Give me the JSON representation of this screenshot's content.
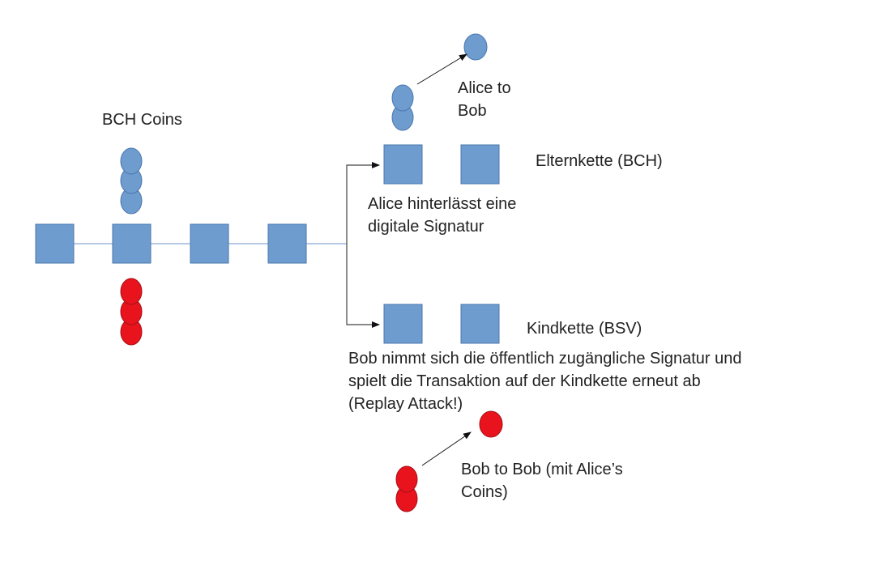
{
  "labels": {
    "bch_coins": "BCH Coins",
    "alice_to_bob": "Alice to\nBob",
    "parent_chain": "Elternkette (BCH)",
    "alice_signature": "Alice hinterlässt eine\ndigitale Signatur",
    "child_chain": "Kindkette (BSV)",
    "replay_note": "Bob nimmt sich die öffentlich zugängliche Signatur und\nspielt die Transaktion auf der Kindkette erneut ab\n(Replay Attack!)",
    "bob_to_bob": "Bob to Bob (mit Alice’s\nCoins)"
  },
  "colors": {
    "block_fill": "#6f9ccf",
    "block_stroke": "#4a77ad",
    "blue_coin": "#6f9ccf",
    "blue_coin_stroke": "#4a77ad",
    "red_coin": "#e8131d",
    "red_coin_stroke": "#a51017",
    "chain_line": "#9bb9dd",
    "fork_line": "#444444",
    "arrow": "#111111"
  }
}
